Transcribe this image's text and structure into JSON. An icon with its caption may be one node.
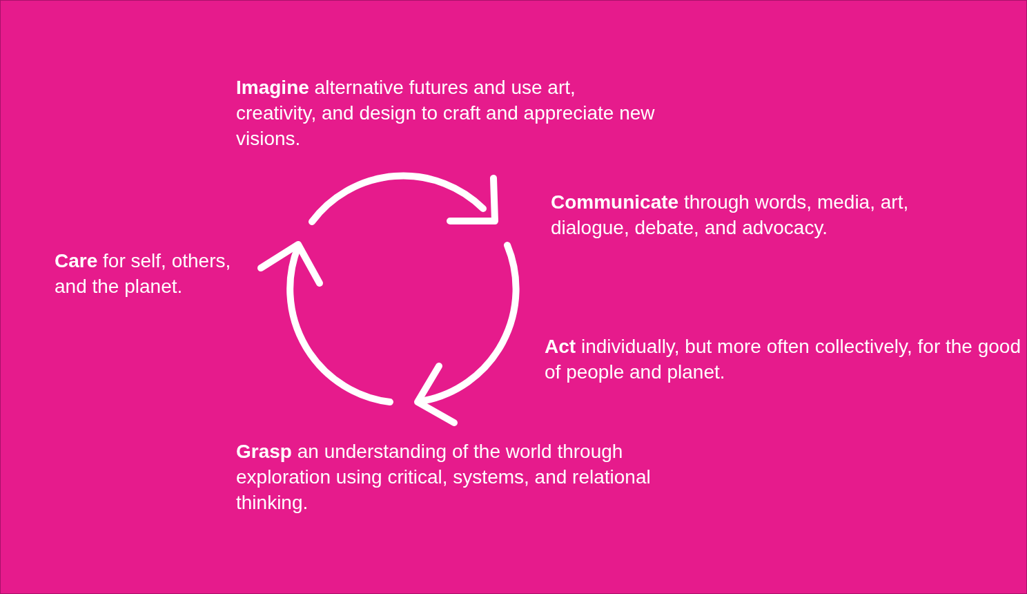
{
  "diagram": {
    "labels": [
      "**Imagine** alternative futures and use art, creativity, and design to craft and appreciate new visions.",
      "**Communicate** through words, media, art, dialogue, debate, and advocacy.",
      "**Care** for self, others, and the planet.",
      "**Act** individually, but more often collectively, for the good of people and planet.",
      "**Grasp** an understanding of the world through exploration using critical, systems, and relational thinking."
    ]
  }
}
